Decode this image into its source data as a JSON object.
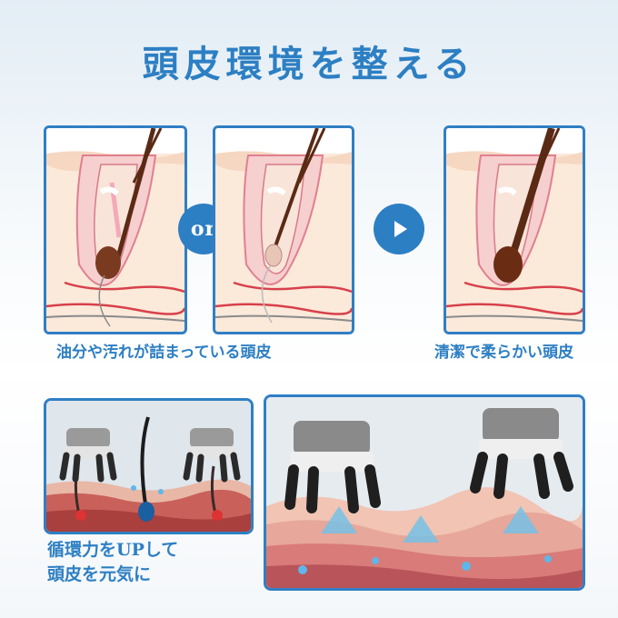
{
  "title": "頭皮環境を整える",
  "or_label": "or",
  "caption_dirty": "油分や汚れが詰まっている頭皮",
  "caption_clean": "清潔で柔らかい頭皮",
  "caption_circulation_line1": "循環力をUPして",
  "caption_circulation_line2": "頭皮を元気に",
  "colors": {
    "accent": "#2d7fc3",
    "skin": "#fbe9da",
    "vessel": "#d8404a"
  }
}
